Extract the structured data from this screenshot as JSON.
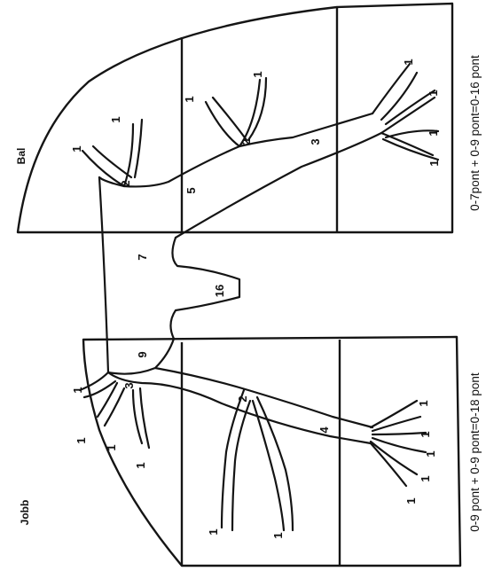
{
  "left_lung": {
    "side_label": "Jobb",
    "caption": "0-9 pont + 0-9 pont=0-18 pont",
    "generations": [
      "1",
      "1",
      "1",
      "1",
      "3",
      "2",
      "1",
      "1",
      "4",
      "1",
      "1",
      "1",
      "1",
      "1"
    ]
  },
  "right_lung": {
    "side_label": "Bal",
    "caption": "0-7pont + 0-9 pont=0-16 pont",
    "generations": [
      "1",
      "1",
      "1",
      "2",
      "5",
      "2",
      "1",
      "1",
      "3",
      "1",
      "1",
      "1"
    ]
  },
  "trachea": {
    "generations": [
      "7",
      "9"
    ],
    "carina_label": "16"
  }
}
